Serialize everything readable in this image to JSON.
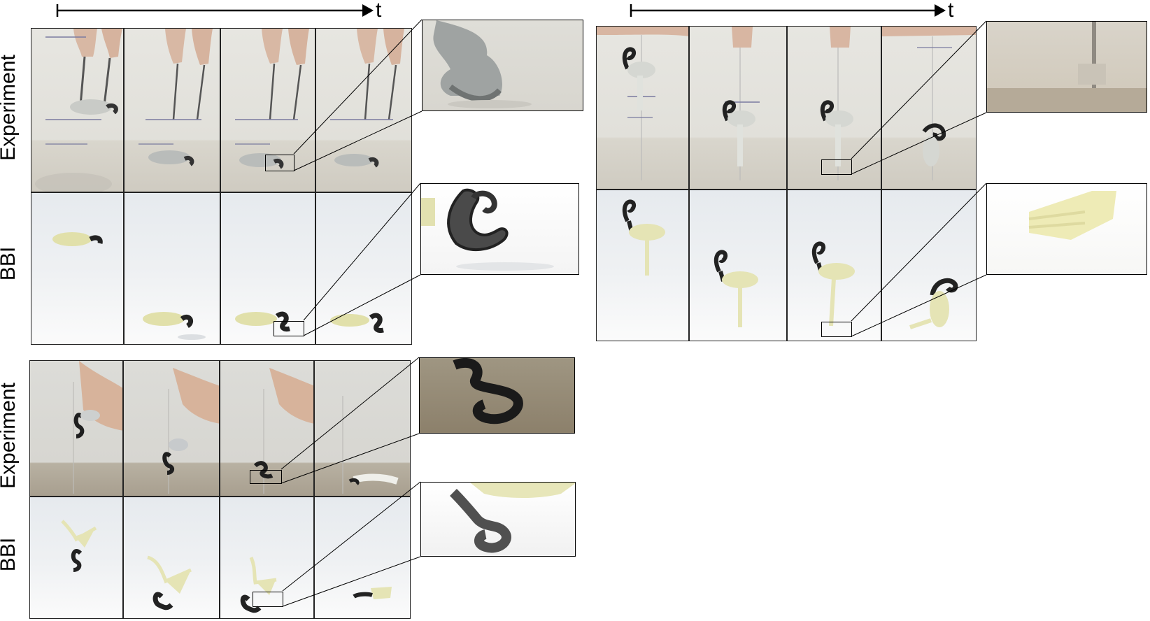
{
  "axis": {
    "time_symbol": "t"
  },
  "rows": {
    "experiment_label": "Experiment",
    "simulation_label": "BBI"
  }
}
